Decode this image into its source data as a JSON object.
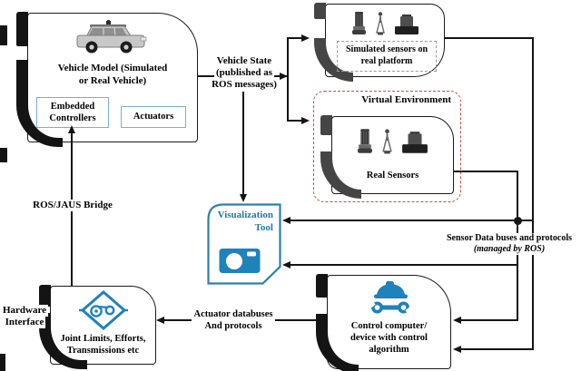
{
  "diagram": {
    "vehicle_model": {
      "title1": "Vehicle Model (Simulated",
      "title2": "or Real Vehicle)",
      "embedded1": "Embedded",
      "embedded2": "Controllers",
      "actuators": "Actuators"
    },
    "simulated_sensors": {
      "caption1": "Simulated sensors on",
      "caption2": "real platform"
    },
    "virtual_environment": {
      "title": "Virtual Environment"
    },
    "real_sensors": {
      "caption": "Real Sensors"
    },
    "visualization_tool": {
      "title1": "Visualization",
      "title2": "Tool"
    },
    "control_computer": {
      "line1": "Control computer/",
      "line2": "device with control",
      "line3": "algorithm"
    },
    "hardware_interface": {
      "label1": "Hardware",
      "label2": "Interface",
      "box1": "Joint Limits, Efforts,",
      "box2": "Transmissions etc"
    },
    "edge_labels": {
      "ros_jaus": "ROS/JAUS Bridge",
      "vehicle_state1": "Vehicle State",
      "vehicle_state2": "(published as",
      "vehicle_state3": "ROS messages)",
      "sensor_buses1": "Sensor Data buses and protocols",
      "sensor_buses2": "(managed by ROS)",
      "actuator_buses1": "Actuator databuses",
      "actuator_buses2": "And protocols"
    },
    "icons": [
      "car-icon",
      "lidar-icon",
      "antenna-icon",
      "camera-sensor-icon",
      "camera-icon",
      "hardhat-wrench-icon",
      "linkage-diamond-icon"
    ],
    "colors": {
      "accent_blue": "#1e82bb",
      "viz_border": "#2b80ac",
      "inner_box_border": "#79afd6",
      "virtual_env_dashed": "#c0504d",
      "line": "#141414"
    }
  }
}
